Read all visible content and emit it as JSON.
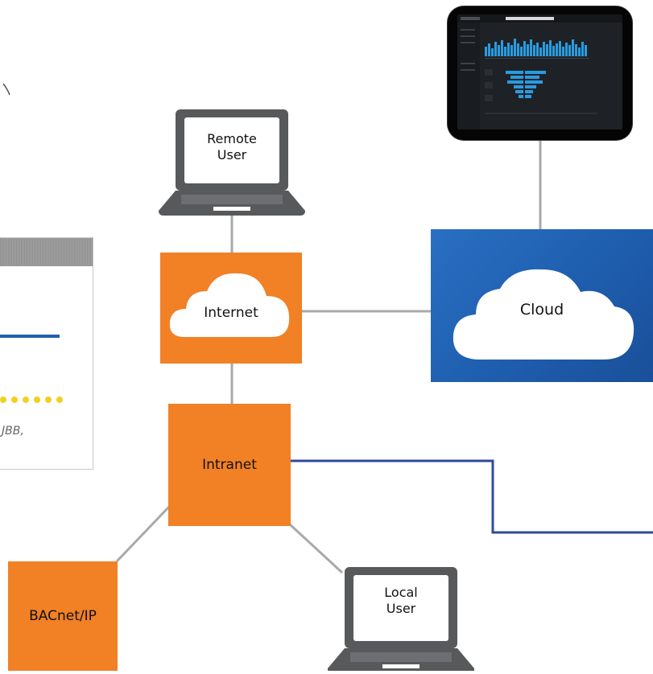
{
  "nodes": {
    "internet": "Internet",
    "intranet": "Intranet",
    "bacnet": "BACnet/IP",
    "cloud": "Cloud"
  },
  "laptops": {
    "remote": {
      "line1": "Remote",
      "line2": "User"
    },
    "local": {
      "line1": "Local",
      "line2": "User"
    }
  },
  "panel": {
    "text": "JBB,"
  },
  "colors": {
    "orange": "#f28025",
    "cloud_blue": "#1f5fb0",
    "link_gray": "#a7a9ac",
    "link_blue": "#2e4a9e",
    "dots_yellow": "#f2cf23"
  }
}
